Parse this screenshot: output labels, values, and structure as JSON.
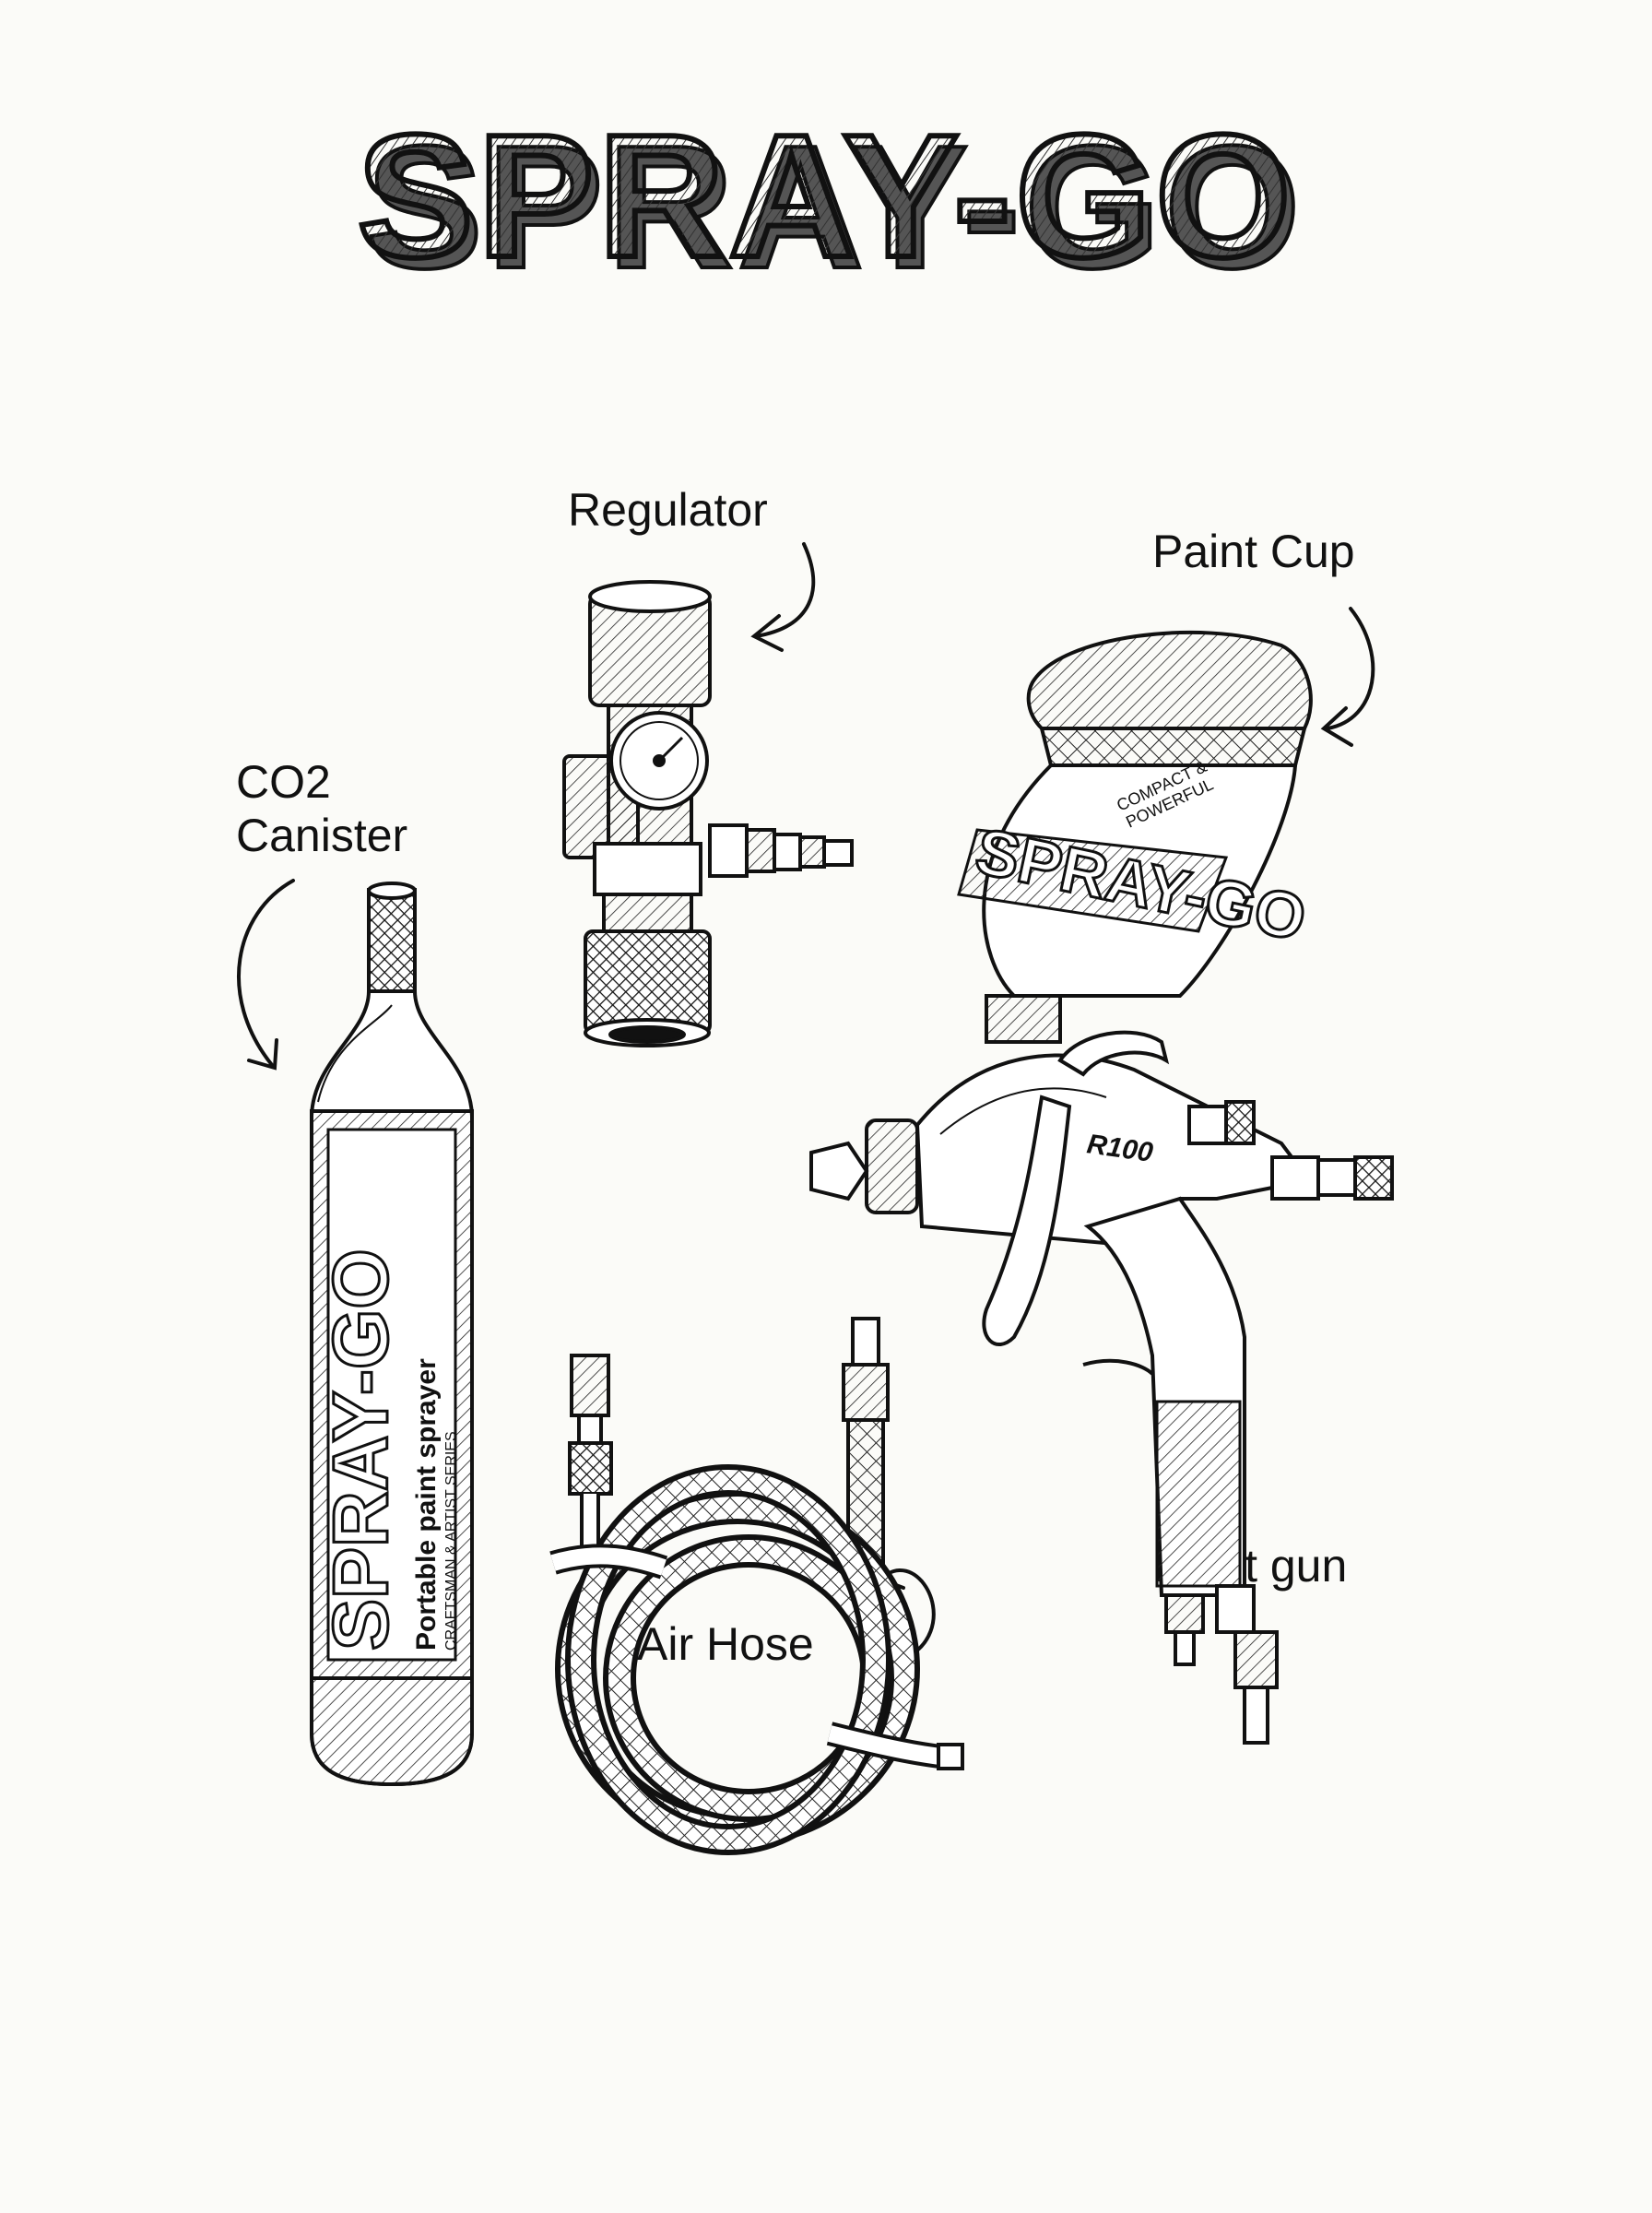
{
  "title": "SPRAY-GO",
  "labels": {
    "regulator": "Regulator",
    "paint_cup": "Paint Cup",
    "co2_line1": "CO2",
    "co2_line2": "Canister",
    "air_hose": "Air Hose",
    "paint_gun": "Paint gun"
  },
  "canister_print": {
    "brand": "SPRAY-GO",
    "tagline": "Portable paint sprayer",
    "series": "CRAFTSMAN & ARTIST SERIES"
  },
  "cup_print": {
    "brand": "SPRAY-GO",
    "badge_line1": "COMPACT &",
    "badge_line2": "POWERFUL"
  },
  "gun_print": {
    "model": "R100"
  },
  "colors": {
    "ink": "#111111",
    "paper": "#fbfbf8"
  }
}
